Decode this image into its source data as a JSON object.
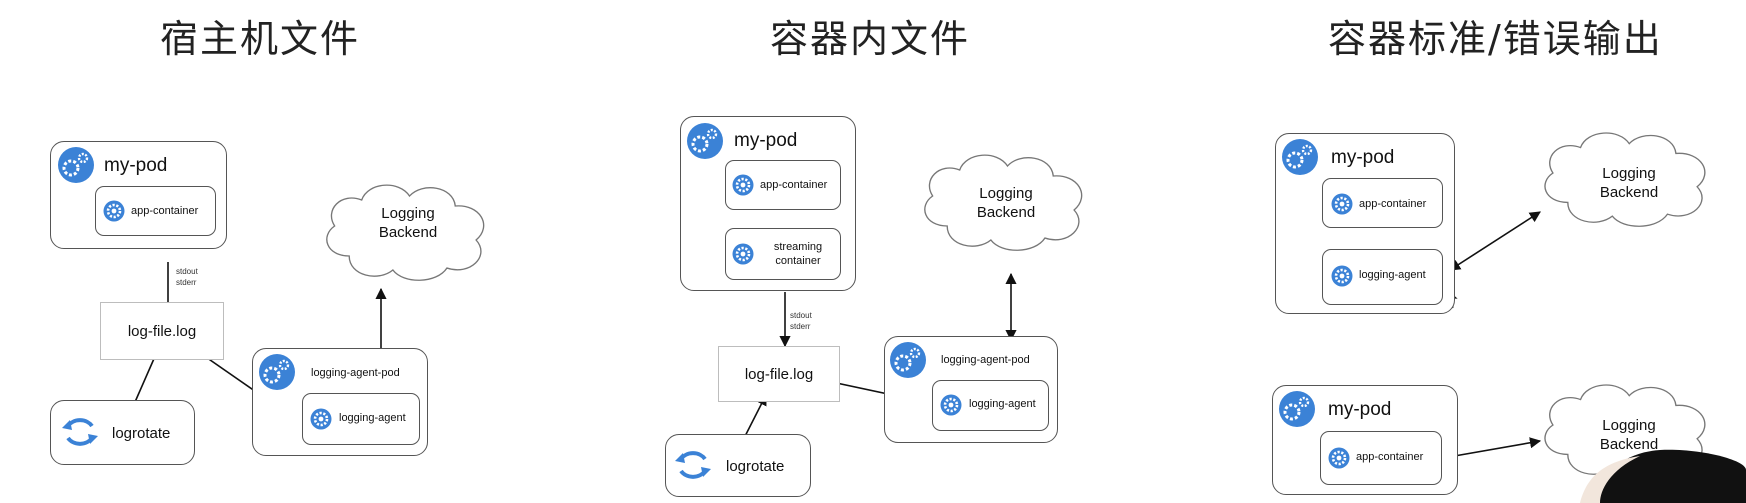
{
  "titles": {
    "panel1": "宿主机文件",
    "panel2": "容器内文件",
    "panel3": "容器标准/错误输出"
  },
  "panel1": {
    "pod": "my-pod",
    "app_container": "app-container",
    "stdout": "stdout",
    "stderr": "stderr",
    "log_file": "log-file.log",
    "logrotate": "logrotate",
    "agent_pod": "logging-agent-pod",
    "agent": "logging-agent",
    "cloud_line1": "Logging",
    "cloud_line2": "Backend"
  },
  "panel2": {
    "pod": "my-pod",
    "app_container": "app-container",
    "streaming_line1": "streaming",
    "streaming_line2": "container",
    "stdout": "stdout",
    "stderr": "stderr",
    "log_file": "log-file.log",
    "logrotate": "logrotate",
    "agent_pod": "logging-agent-pod",
    "agent": "logging-agent",
    "cloud_line1": "Logging",
    "cloud_line2": "Backend"
  },
  "panel3_top": {
    "pod": "my-pod",
    "app_container": "app-container",
    "agent": "logging-agent",
    "cloud_line1": "Logging",
    "cloud_line2": "Backend"
  },
  "panel3_bottom": {
    "pod": "my-pod",
    "app_container": "app-container",
    "cloud_line1": "Logging",
    "cloud_line2": "Backend"
  },
  "colors": {
    "icon_blue": "#3b82d6",
    "icon_ring": "#7fb2ee",
    "stroke": "#555555"
  },
  "icons": [
    "kubernetes-pod-icon",
    "gear-icon",
    "refresh-icon"
  ]
}
